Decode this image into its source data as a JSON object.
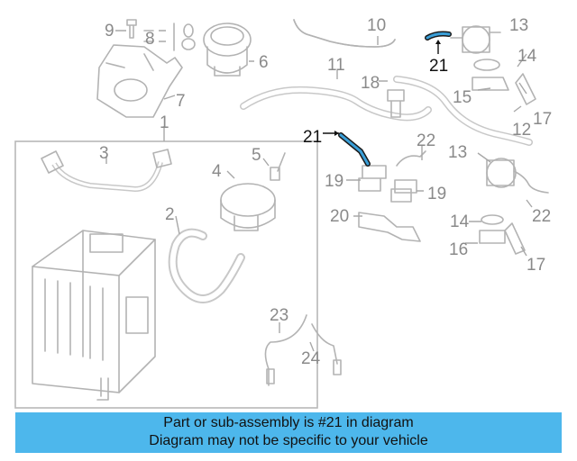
{
  "diagram": {
    "labels": {
      "l1": "1",
      "l2": "2",
      "l3": "3",
      "l4": "4",
      "l5": "5",
      "l6": "6",
      "l7": "7",
      "l8": "8",
      "l9": "9",
      "l10": "10",
      "l11": "11",
      "l12": "12",
      "l13a": "13",
      "l13b": "13",
      "l14a": "14",
      "l14b": "14",
      "l15": "15",
      "l16": "16",
      "l17a": "17",
      "l17b": "17",
      "l18": "18",
      "l19a": "19",
      "l19b": "19",
      "l20": "20",
      "l21a": "21",
      "l21b": "21",
      "l22a": "22",
      "l22b": "22",
      "l23": "23",
      "l24": "24"
    },
    "highlight_part": "21",
    "colors": {
      "highlight": "#3a9fd8",
      "part": "#b3b3b3",
      "banner": "#4db7ec"
    }
  },
  "banner": {
    "line1": "Part or sub-assembly is #21 in diagram",
    "line2": "Diagram may not be specific to your vehicle"
  }
}
